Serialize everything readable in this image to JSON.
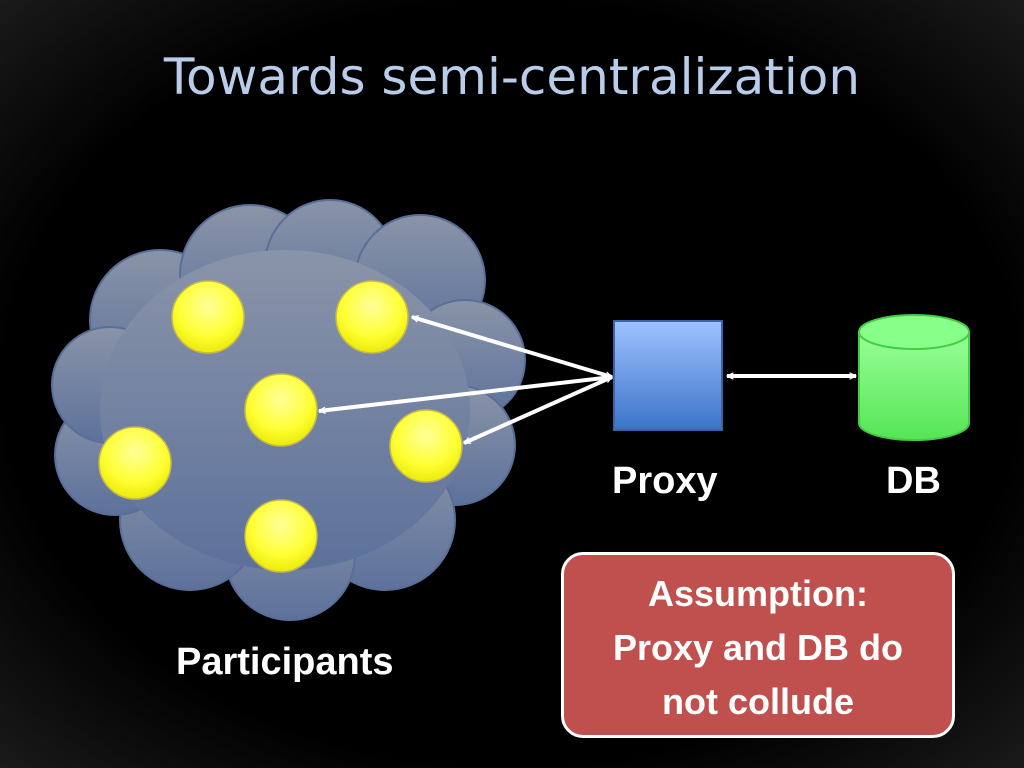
{
  "slide": {
    "title": "Towards semi-centralization"
  },
  "diagram": {
    "participants_label": "Participants",
    "proxy_label": "Proxy",
    "db_label": "DB",
    "assumption": {
      "line1": "Assumption:",
      "line2": "Proxy and DB do",
      "line3": "not collude"
    }
  },
  "colors": {
    "title": "#b9cdea",
    "cloud": "#6e7fa0",
    "node": "#ffff33",
    "proxy": "#4f81bd",
    "db": "#66ff66",
    "assumption_box": "#c0504d"
  }
}
